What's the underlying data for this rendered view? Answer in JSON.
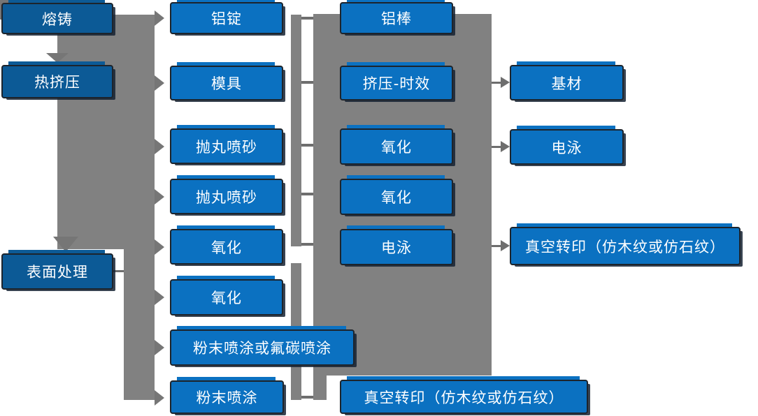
{
  "nodes": {
    "c1r1": "熔铸",
    "c1r2": "热挤压",
    "c1r3": "表面处理",
    "c2r1": "铝锭",
    "c2r2": "模具",
    "c2r3": "抛丸喷砂",
    "c2r4": "抛丸喷砂",
    "c2r5": "氧化",
    "c2r6": "氧化",
    "c2r7": "粉末喷涂或氟碳喷涂",
    "c2r8": "粉末喷涂",
    "c3r1": "铝棒",
    "c3r2": "挤压-时效",
    "c3r3": "氧化",
    "c3r4": "氧化",
    "c3r5": "电泳",
    "c3r8": "真空转印（仿木纹或仿石纹）",
    "c4r2": "基材",
    "c4r3": "电泳",
    "c4r5": "真空转印（仿木纹或仿石纹）"
  },
  "colors": {
    "box_primary": "#0b71c1",
    "box_dark": "#0c5a96",
    "connector": "#818181",
    "connector_dark": "#6e6e6e",
    "connector_arrow": "#767676",
    "border": "#1d242c",
    "text": "#ffffff"
  }
}
